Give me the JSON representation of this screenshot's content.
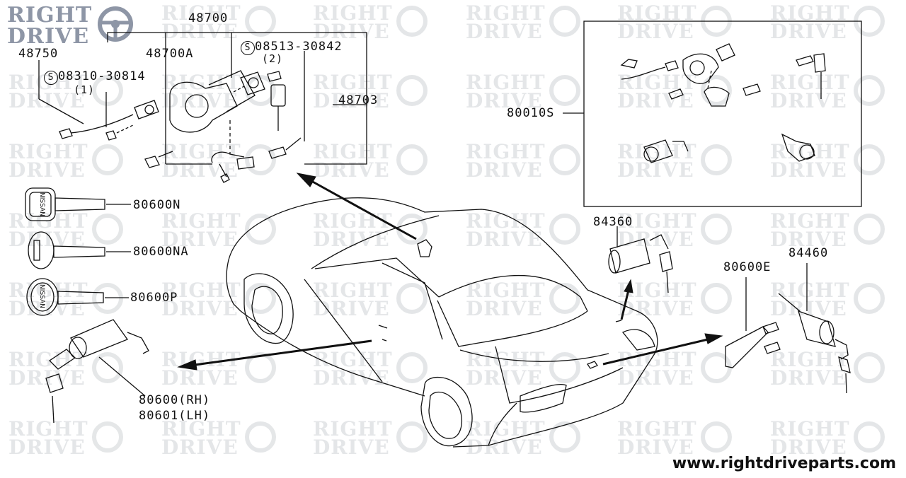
{
  "logo": {
    "line1": "RIGHT",
    "line2": "DRIVE"
  },
  "watermark": {
    "line1": "RIGHT",
    "line2": "DRIVE"
  },
  "labels": {
    "p48700": "48700",
    "p48750": "48750",
    "p48700A": "48700A",
    "p08310": "08310-30814",
    "p08310_qty": "(1)",
    "p08513": "08513-30842",
    "p08513_qty": "(2)",
    "p48703": "48703",
    "p80010S": "80010S",
    "p80600N": "80600N",
    "p80600NA": "80600NA",
    "p80600P": "80600P",
    "p80600RH": "80600(RH)",
    "p80601LH": "80601(LH)",
    "p84360": "84360",
    "p80600E": "80600E",
    "p84460": "84460",
    "s_mark": "S",
    "key_brand": "NISSAN"
  },
  "website": "www.rightdriveparts.com",
  "colors": {
    "line": "#111111",
    "watermark": "#cfd3d6",
    "logo": "#8e96a6"
  }
}
